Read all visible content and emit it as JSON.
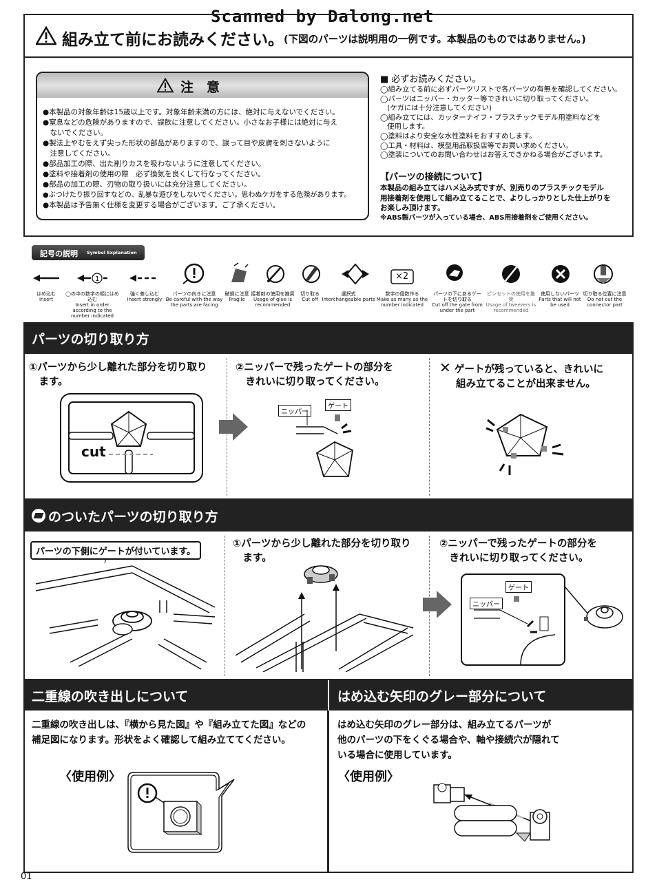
{
  "watermark": "Scanned by Dalong.net",
  "header": {
    "title": "組み立て前にお読みください。",
    "note": "(下図のパーツは説明用の一例です。本製品のものではありません。)"
  },
  "caution": {
    "title": "注　意",
    "items": [
      "●本製品の対象年齢は15歳以上です。対象年齢未満の方には、絶対に与えないでください。",
      "●窒息などの危険がありますので、誤飲に注意してください。小さなお子様には絶対に与え",
      "　ないでください。",
      "●製法上やむをえず尖った形状の部品がありますので、誤って目や皮膚を刺さないように",
      "　注意してください。",
      "●部品加工の際、出た削りカスを吸わないように注意してください。",
      "●塗料や接着剤の使用の際　必ず換気を良くして行なってください。",
      "●部品の加工の際、刃物の取り扱いには充分注意してください。",
      "●ぶつけたり振り回すなどの、乱暴な遊びをしないでください。思わぬケガをする危険があります。",
      "●本製品は予告無く仕様を変更する場合がございます。ご了承ください。"
    ]
  },
  "please_read": {
    "title": "■ 必ずお読みください。",
    "items": [
      "◯組み立てる前に必ずパーツリストで各パーツの有無を確認してください。",
      "◯パーツはニッパー・カッター等できれいに切り取ってください。",
      "　(ケガには十分注意してください)",
      "◯組み立てには、カッターナイフ・プラスチックモデル用塗料などを",
      "　使用します。",
      "◯塗料はより安全な水性塗料をおすすめします。",
      "◯工具・材料は、模型用品取扱店等でお買い求めください。",
      "◯塗装についてのお問い合わせはお答えできかねる場合がございます。"
    ]
  },
  "connection": {
    "title": "【パーツの接続について】",
    "lines": [
      "本製品の組み立てはハメ込み式ですが、別売りのプラスチックモデル",
      "用接着剤を使用して組み立てることで、よりしっかりとした仕上がりを",
      "お楽しみ頂けます。",
      "※ABS製パーツが入っている場合、ABS用接着剤をご使用ください。"
    ]
  },
  "symbols": {
    "title": "記号の説明",
    "subtitle": "Symbol Explanation",
    "x2": "×2",
    "items": [
      {
        "jp": "はめ込む",
        "en": "Insert"
      },
      {
        "jp": "◯の中の数字の順にはめ込む",
        "en": "Insert in order according to the number indicated"
      },
      {
        "jp": "強く差し込む",
        "en": "Insert strongly"
      },
      {
        "jp": "パーツの向きに注意",
        "en": "Be careful with the way the parts are facing"
      },
      {
        "jp": "破損に注意",
        "en": "Fragile"
      },
      {
        "jp": "接着剤の使用を推奨",
        "en": "Usage of glue is recommended"
      },
      {
        "jp": "切り取る",
        "en": "Cut off"
      },
      {
        "jp": "選択式",
        "en": "Interchangeable parts"
      },
      {
        "jp": "数字の個数作る",
        "en": "Make as many as the number indicated"
      },
      {
        "jp": "パーツの下にあるゲートを切り取る",
        "en": "Cut off the gate from under the part"
      },
      {
        "jp": "ピンセットの使用を推奨",
        "en": "Usage of tweezers is recommended"
      },
      {
        "jp": "使用しないパーツ",
        "en": "Parts that will not be used"
      },
      {
        "jp": "切り取る位置に注意",
        "en": "Do not cut the connector part"
      }
    ]
  },
  "cutting": {
    "title": "パーツの切り取り方",
    "step1": [
      "①パーツから少し離れた部分を切り取り",
      "　ます。"
    ],
    "step2": [
      "②ニッパーで残ったゲートの部分を",
      "　きれいに切り取ってください。"
    ],
    "step3": [
      "ゲートが残っていると、きれいに",
      "組み立てることが出来ません。"
    ],
    "cut_label": "cut",
    "nipper": "ニッパー",
    "gate": "ゲート"
  },
  "under_gate": {
    "title": "のついたパーツの切り取り方",
    "callout": "パーツの下側にゲートが付いています。",
    "step1": [
      "①パーツから少し離れた部分を切り取り",
      "　ます。"
    ],
    "step2": [
      "②ニッパーで残ったゲートの部分を",
      "　きれいに切り取ってください。"
    ],
    "nipper": "ニッパー",
    "gate": "ゲート"
  },
  "double_line": {
    "title": "二重線の吹き出しについて",
    "lines": [
      "二重線の吹き出しは、『横から見た図』や『組み立てた図』などの",
      "補足図になります。形状をよく確認して組み立ててください。"
    ],
    "example": "〈使用例〉"
  },
  "grey_arrow": {
    "title": "はめ込む矢印のグレー部分について",
    "lines": [
      "はめ込む矢印のグレー部分は、組み立てるパーツが",
      "他のパーツの下をくぐる場合や、軸や接続穴が隠れて",
      "いる場合に使用しています。"
    ],
    "example": "〈使用例〉"
  },
  "page_number": "01"
}
